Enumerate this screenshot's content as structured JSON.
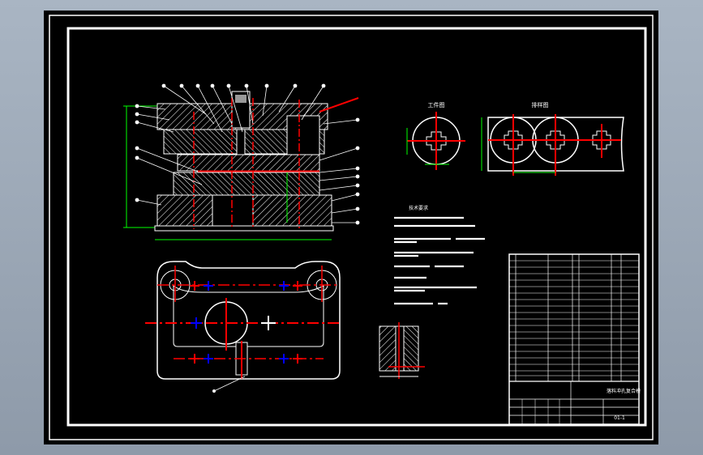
{
  "drawing": {
    "workpiece_label": "工件图",
    "strip_layout_label": "排样图",
    "tech_requirements_title": "技术要求",
    "title_block_name": "落料冲孔复合模",
    "drawing_number": "01-1"
  },
  "colors": {
    "background": "#000000",
    "frame_line": "#ffffff",
    "centerline": "#ff0000",
    "hidden_line": "#0000ff",
    "dimension": "#00ff00",
    "leader": "#ffffff",
    "viewport": "#9aa7b6"
  }
}
